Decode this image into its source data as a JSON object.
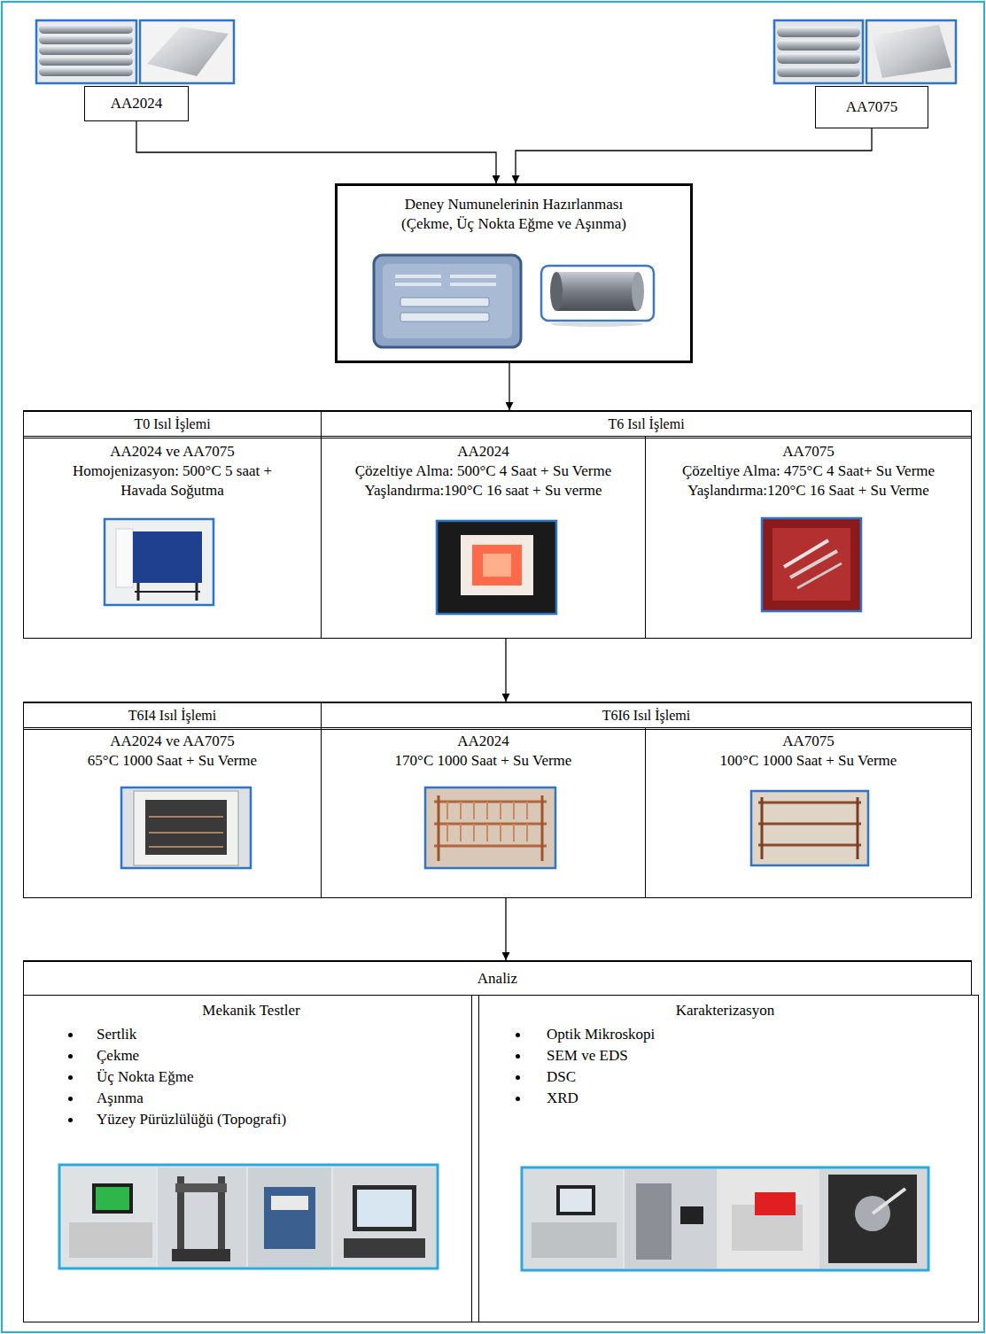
{
  "diagram": {
    "nodes": [
      {
        "text": [
          "AA2024"
        ]
      },
      {
        "text": [
          "AA7075"
        ]
      },
      {
        "text": [
          "Deney Numunelerinin Hazırlanması",
          "(Çekme, Üç Nokta Eğme ve Aşınma)"
        ]
      },
      {
        "text": [
          "T0 Isıl İşlemi"
        ]
      },
      {
        "text": [
          "T6 Isıl İşlemi"
        ]
      },
      {
        "text": [
          "AA2024 ve AA7075",
          "Homojenizasyon: 500°C 5 saat + Havada Soğutma"
        ]
      },
      {
        "text": [
          "AA2024",
          "Çözeltiye Alma: 500°C 4 Saat + Su Verme",
          "Yaşlandırma:190°C 16 saat + Su verme"
        ]
      },
      {
        "text": [
          "AA7075",
          "Çözeltiye Alma: 475°C 4 Saat+ Su Verme",
          "Yaşlandırma:120°C 16 Saat + Su Verme"
        ]
      },
      {
        "text": [
          "T6I4 Isıl İşlemi"
        ]
      },
      {
        "text": [
          "T6I6 Isıl İşlemi"
        ]
      },
      {
        "text": [
          "AA2024 ve AA7075",
          "65°C 1000 Saat + Su Verme"
        ]
      },
      {
        "text": [
          "AA2024",
          "170°C 1000 Saat + Su Verme"
        ]
      },
      {
        "text": [
          "AA7075",
          "100°C 1000 Saat + Su Verme"
        ]
      },
      {
        "text": [
          "Analiz"
        ]
      },
      {
        "text": [
          "Mekanik Testler",
          "Sertlik",
          "Çekme",
          "Üç Nokta Eğme",
          "Aşınma",
          "Yüzey Pürüzlülüğü (Topografi)"
        ]
      },
      {
        "text": [
          "Karakterizasyon",
          "Optik Mikroskopi",
          "SEM ve EDS",
          "DSC",
          "XRD"
        ]
      }
    ],
    "edges": [
      {
        "from": 0,
        "to": 2,
        "arrow": "to"
      },
      {
        "from": 1,
        "to": 2,
        "arrow": "to"
      },
      {
        "from": 2,
        "to": 4,
        "arrow": "to"
      },
      {
        "from": 6,
        "to": 9,
        "arrow": "to"
      },
      {
        "from": 11,
        "to": 13,
        "arrow": "to"
      }
    ]
  }
}
